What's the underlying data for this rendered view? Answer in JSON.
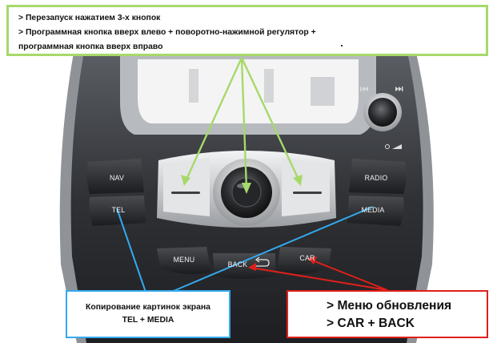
{
  "callouts": {
    "restart": {
      "line1": "> Перезапуск нажатием 3-х кнопок",
      "line2": "> Программная кнопка вверх влево + поворотно-нажимной регулятор +",
      "line3": "программная кнопка вверх вправо"
    },
    "screenshot": {
      "line1": "Копирование картинок экрана",
      "line2": "TEL + MEDIA"
    },
    "update": {
      "line1": "> Меню обновления",
      "line2": "> CAR + BACK"
    }
  },
  "panel": {
    "buttons": {
      "nav": "NAV",
      "tel": "TEL",
      "radio": "RADIO",
      "media": "MEDIA",
      "menu": "MENU",
      "back": "BACK",
      "car": "CAR"
    },
    "icons": {
      "prev": "previous-track-icon",
      "next": "next-track-icon",
      "volume": "power-volume-icon",
      "back_arrow": "return-arrow-icon"
    }
  },
  "colors": {
    "green": "#a6d96a",
    "blue": "#33aaee",
    "red": "#e0201a",
    "panel_dark": "#2a2c30",
    "panel_silver": "#c8cacd"
  }
}
